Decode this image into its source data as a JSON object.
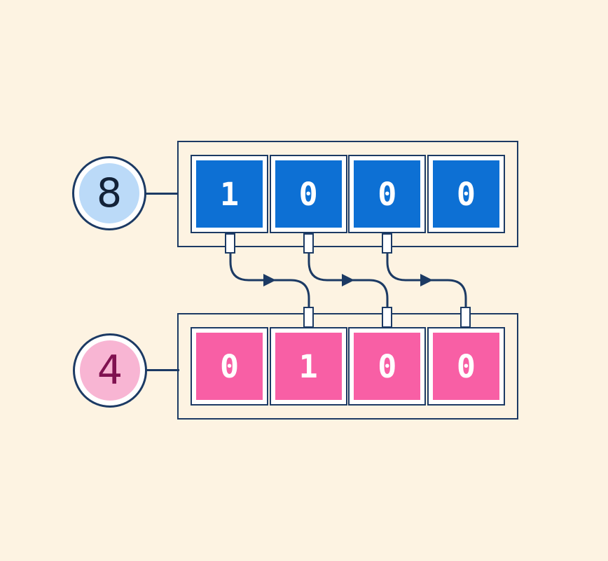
{
  "colors": {
    "background": "#fdf3e2",
    "navy": "#1c3a64",
    "blue": "#0d70d4",
    "pink": "#f85fa5",
    "light-blue": "#bbdaf8",
    "light-pink": "#f8b5d3",
    "dark-navy": "#132238",
    "maroon": "#801150",
    "white": "#ffffff"
  },
  "rows": [
    {
      "label": "8",
      "bits": [
        "1",
        "0",
        "0",
        "0"
      ]
    },
    {
      "label": "4",
      "bits": [
        "0",
        "1",
        "0",
        "0"
      ]
    }
  ],
  "connectors": {
    "count": 3,
    "arrow_direction": "right"
  }
}
